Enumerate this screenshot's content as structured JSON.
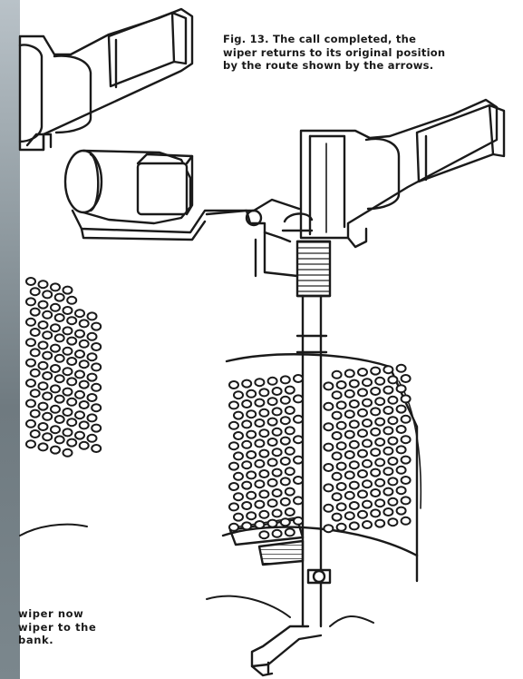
{
  "caption": {
    "lines": [
      "Fig. 13. The call completed, the",
      "wiper returns to its original position",
      "by the route shown by the arrows."
    ]
  },
  "partial_caption": {
    "lines": [
      "wiper now",
      "wiper to the",
      "bank."
    ]
  },
  "colors": {
    "ink": "#1a1a1a",
    "paper": "#ffffff",
    "edge_strip": "#7b878d"
  },
  "icons": {
    "selector": "selector-mechanism-illustration",
    "bank": "contact-bank-illustration",
    "wiper": "wiper-arm-illustration"
  }
}
